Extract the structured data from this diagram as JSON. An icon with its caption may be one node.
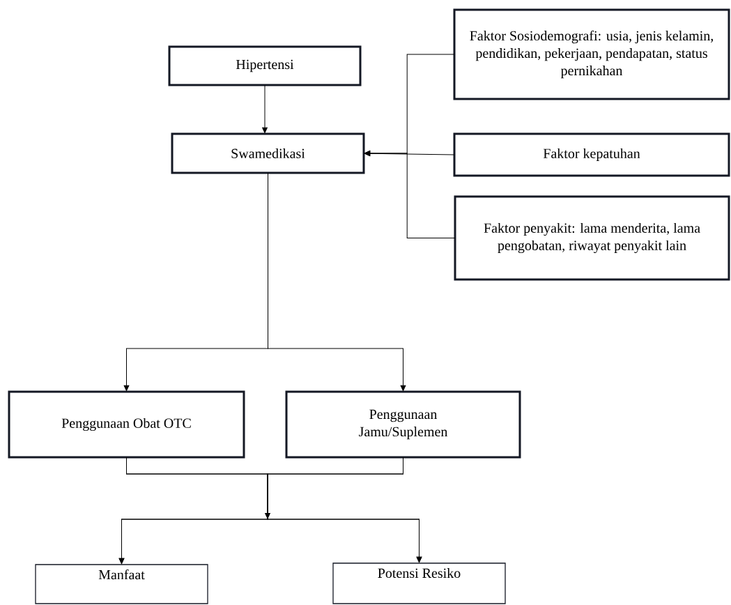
{
  "diagram": {
    "nodes": [
      {
        "text": [
          "Hipertensi"
        ]
      },
      {
        "text": [
          "Swamedikasi"
        ]
      },
      {
        "text": [
          "Faktor Sosiodemografi: usia, jenis kelamin, pendidikan, pekerjaan, pendapatan, status pernikahan"
        ]
      },
      {
        "text": [
          "Faktor kepatuhan"
        ]
      },
      {
        "text": [
          "Faktor penyakit: lama menderita, lama pengobatan, riwayat penyakit lain"
        ]
      },
      {
        "text": [
          "Penggunaan Obat OTC"
        ]
      },
      {
        "text": [
          "Penggunaan Jamu/Suplemen"
        ]
      },
      {
        "text": [
          "Manfaat"
        ]
      },
      {
        "text": [
          "Potensi Resiko"
        ]
      }
    ],
    "edges": [
      {
        "from": 0,
        "to": 1,
        "arrow": "to"
      },
      {
        "from": 2,
        "to": 1,
        "arrow": "to"
      },
      {
        "from": 3,
        "to": 1,
        "arrow": "to"
      },
      {
        "from": 4,
        "to": 1,
        "arrow": "to"
      },
      {
        "from": 1,
        "to": 5,
        "arrow": "to"
      },
      {
        "from": 1,
        "to": 6,
        "arrow": "to"
      },
      {
        "from": 5,
        "to": 7,
        "arrow": "to"
      },
      {
        "from": 5,
        "to": 8,
        "arrow": "to"
      },
      {
        "from": 6,
        "to": 7,
        "arrow": "to"
      },
      {
        "from": 6,
        "to": 8,
        "arrow": "to"
      }
    ]
  }
}
